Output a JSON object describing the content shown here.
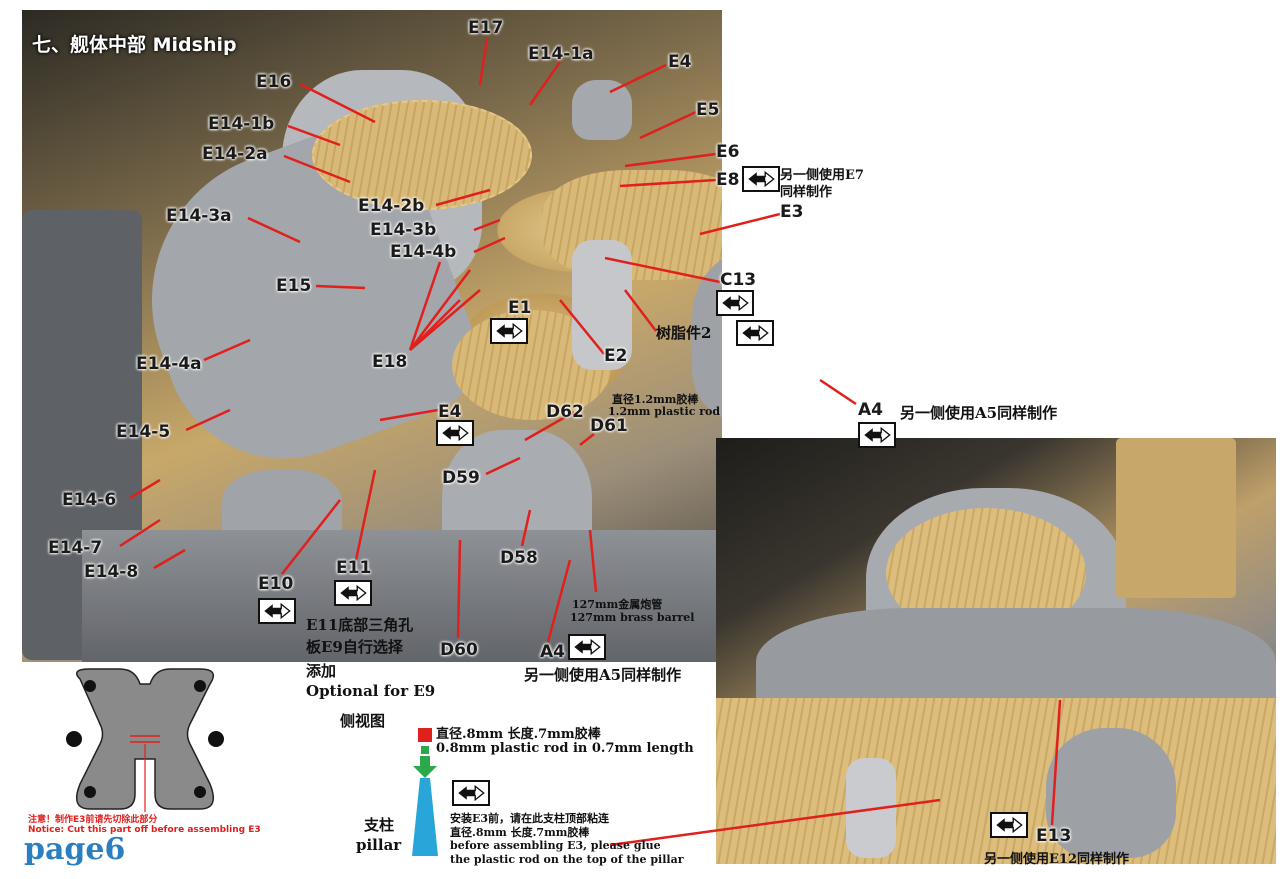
{
  "title": "七、舰体中部 Midship",
  "labels": {
    "E17": "E17",
    "E14_1a": "E14-1a",
    "E4_top": "E4",
    "E16": "E16",
    "E5": "E5",
    "E14_1b": "E14-1b",
    "E6": "E6",
    "E14_2a": "E14-2a",
    "E8": "E8",
    "E3": "E3",
    "E14_2b": "E14-2b",
    "E14_3a": "E14-3a",
    "E14_3b": "E14-3b",
    "E14_4b": "E14-4b",
    "C13": "C13",
    "E15": "E15",
    "E1": "E1",
    "E2": "E2",
    "E18": "E18",
    "E14_4a": "E14-4a",
    "E4_mid": "E4",
    "A4_right": "A4",
    "E14_5": "E14-5",
    "D62": "D62",
    "D61": "D61",
    "D59": "D59",
    "E14_6": "E14-6",
    "E14_7": "E14-7",
    "E14_8": "E14-8",
    "D58": "D58",
    "E10": "E10",
    "E11": "E11",
    "D60": "D60",
    "A4_bottom": "A4",
    "E13": "E13"
  },
  "notes": {
    "e7_other_side": "另一侧使用E7",
    "e7_same_method": "同样制作",
    "resin_part": "树脂件2",
    "rod_cn": "直径1.2mm胶棒",
    "rod_en": "1.2mm plastic rod",
    "a5_right": "另一侧使用A5同样制作",
    "barrel_cn": "127mm金属炮管",
    "barrel_en": "127mm brass barrel",
    "e11_cn_1": "E11底部三角孔",
    "e11_cn_2": "板E9自行选择",
    "e11_cn_3": "添加",
    "e11_en": "Optional for E9",
    "a5_bottom": "另一侧使用A5同样制作",
    "side_view": "侧视图",
    "rod08_cn": "直径.8mm 长度.7mm胶棒",
    "rod08_en": "0.8mm plastic rod in 0.7mm length",
    "pillar_cn": "支柱",
    "pillar_en": "pillar",
    "glue_cn": "安装E3前，请在此支柱顶部粘连",
    "glue_cn_2": "直径.8mm 长度.7mm胶棒",
    "glue_en_1": "before assembling E3, please glue",
    "glue_en_2": "the plastic rod on the top of the pillar",
    "e12_other_side": "另一侧使用E12同样制作",
    "notice_cn": "注意！制作E3前请先切除此部分",
    "notice_en": "Notice: Cut this part off before assembling E3"
  },
  "page": "page6",
  "colors": {
    "accent_blue": "#2a7fc0",
    "leader_red": "#e0201d",
    "pillar_blue": "#29a6d9",
    "arrow_green": "#2aa84a",
    "rod_red": "#e0201d",
    "part_gray": "#8a8a8a"
  }
}
